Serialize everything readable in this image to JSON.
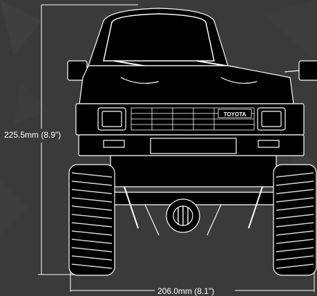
{
  "dimensions": {
    "height": "225.5mm (8.9\")",
    "width": "206.0mm (8.1\")"
  },
  "grille_badge": "TOYOTA",
  "colors": {
    "background": "#3a3a3a",
    "line": "#ffffff",
    "body": "#000000",
    "texture": "#4a4a4a"
  },
  "subject": "truck-front-view-blueprint"
}
